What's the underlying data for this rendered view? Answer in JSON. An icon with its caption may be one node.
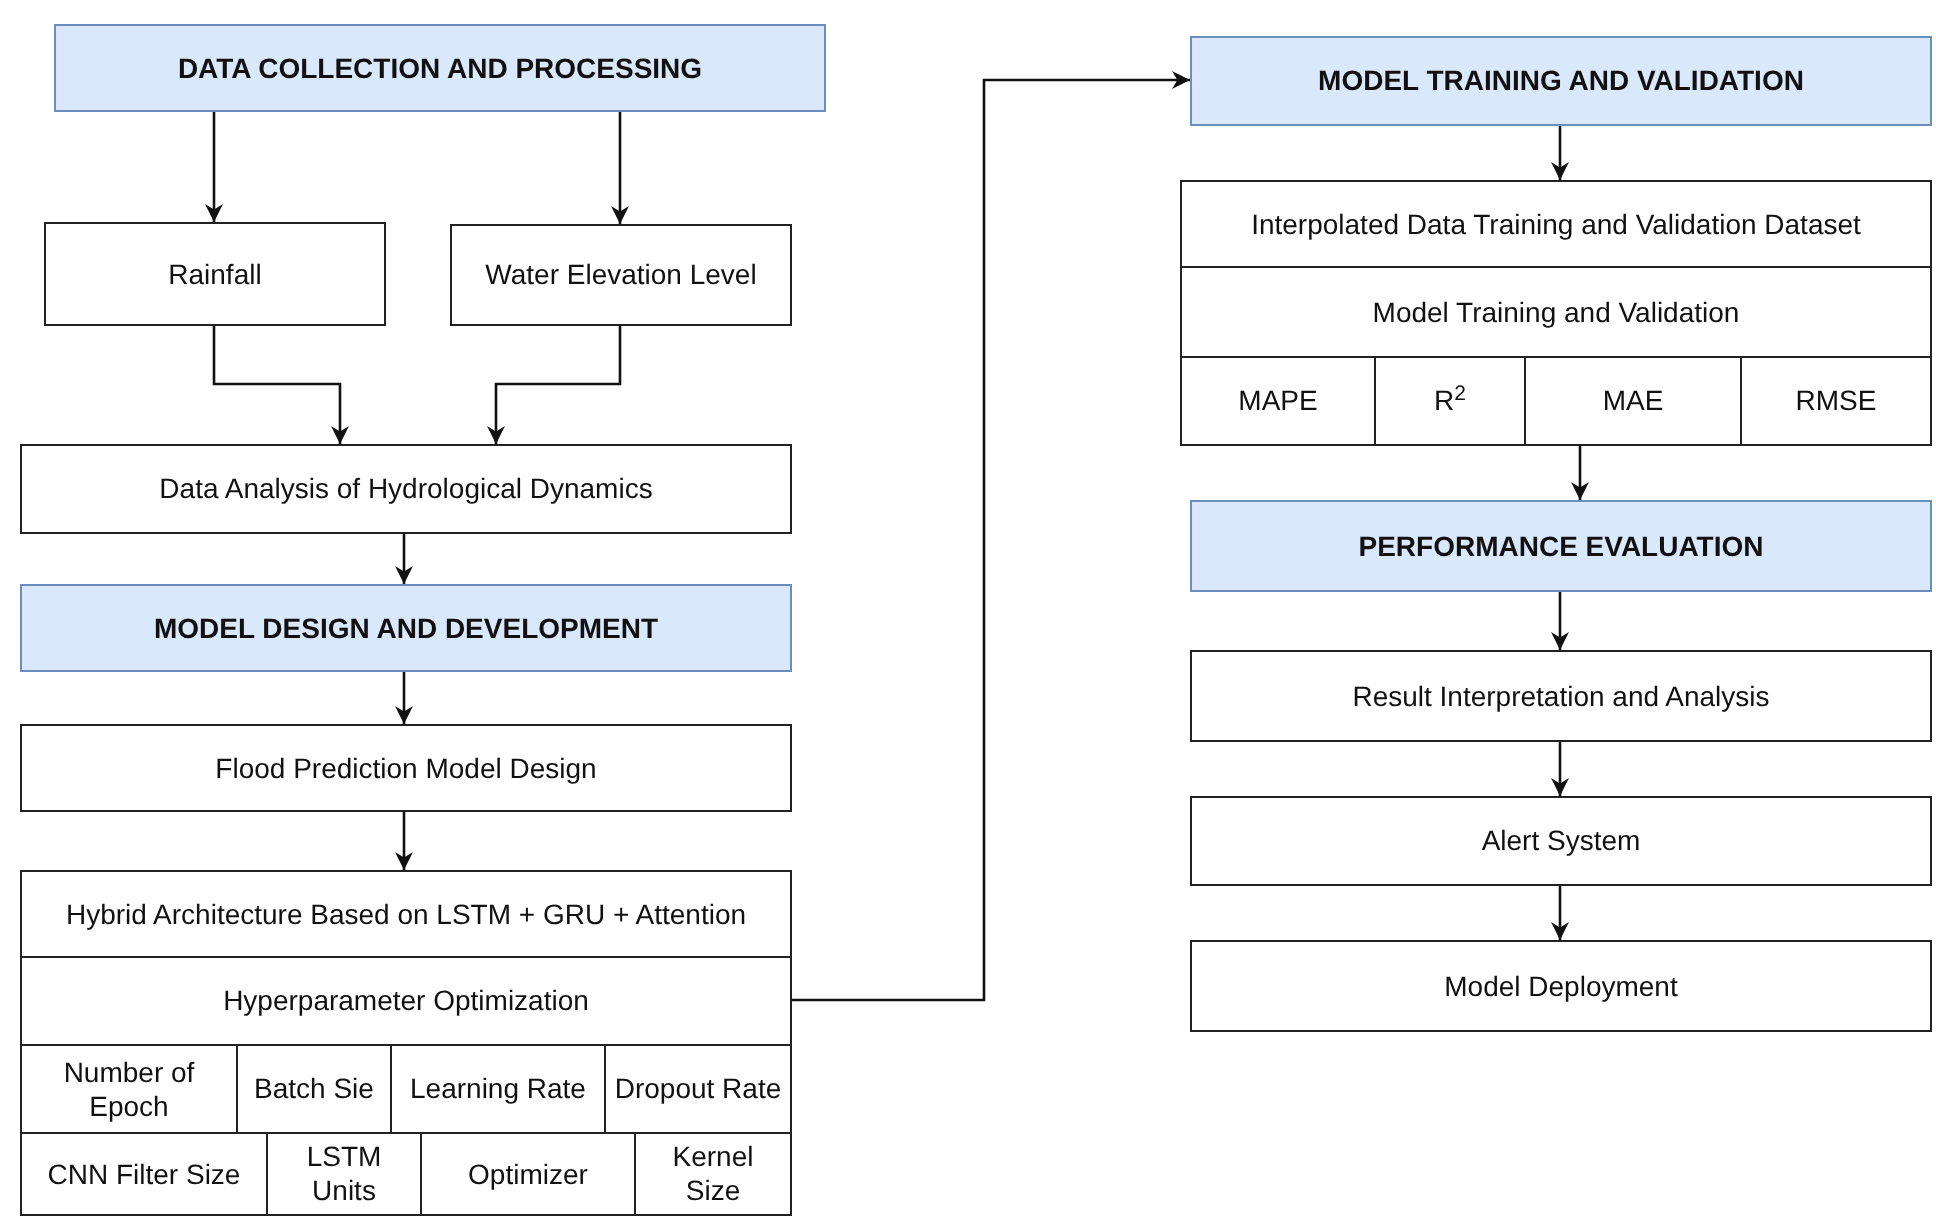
{
  "diagram": {
    "nodes": [
      {
        "text": [
          "DATA COLLECTION AND PROCESSING"
        ]
      },
      {
        "text": [
          "Rainfall"
        ]
      },
      {
        "text": [
          "Water Elevation Level"
        ]
      },
      {
        "text": [
          "Data Analysis of Hydrological Dynamics"
        ]
      },
      {
        "text": [
          "MODEL DESIGN AND DEVELOPMENT"
        ]
      },
      {
        "text": [
          "Flood Prediction Model Design"
        ]
      },
      {
        "text": [
          "Hybrid Architecture Based on LSTM + GRU + Attention"
        ]
      },
      {
        "text": [
          "Hyperparameter Optimization"
        ]
      },
      {
        "text": [
          "Number of Epoch"
        ]
      },
      {
        "text": [
          "Batch Sie"
        ]
      },
      {
        "text": [
          "Learning Rate"
        ]
      },
      {
        "text": [
          "Dropout Rate"
        ]
      },
      {
        "text": [
          "CNN Filter Size"
        ]
      },
      {
        "text": [
          "LSTM Units"
        ]
      },
      {
        "text": [
          "Optimizer"
        ]
      },
      {
        "text": [
          "Kernel Size"
        ]
      },
      {
        "text": [
          "MODEL TRAINING AND VALIDATION"
        ]
      },
      {
        "text": [
          "Interpolated Data Training and Validation Dataset"
        ]
      },
      {
        "text": [
          "Model Training and Validation"
        ]
      },
      {
        "text": [
          "MAPE"
        ]
      },
      {
        "text": [
          "R$^{2}$"
        ]
      },
      {
        "text": [
          "MAE"
        ]
      },
      {
        "text": [
          "RMSE"
        ]
      },
      {
        "text": [
          "PERFORMANCE EVALUATION"
        ]
      },
      {
        "text": [
          "Result Interpretation and Analysis"
        ]
      },
      {
        "text": [
          "Alert System"
        ]
      },
      {
        "text": [
          "Model Deployment"
        ]
      }
    ],
    "edges": [
      {
        "from": 0,
        "to": 1,
        "arrow": "to"
      },
      {
        "from": 0,
        "to": 2,
        "arrow": "to"
      },
      {
        "from": 1,
        "to": 3,
        "arrow": "to"
      },
      {
        "from": 2,
        "to": 3,
        "arrow": "to"
      },
      {
        "from": 3,
        "to": 4,
        "arrow": "to"
      },
      {
        "from": 4,
        "to": 5,
        "arrow": "to"
      },
      {
        "from": 5,
        "to": 6,
        "arrow": "to"
      },
      {
        "from": 7,
        "to": 16,
        "arrow": "to"
      },
      {
        "from": 16,
        "to": 17,
        "arrow": "to"
      },
      {
        "from": 21,
        "to": 23,
        "arrow": "to"
      },
      {
        "from": 23,
        "to": 24,
        "arrow": "to"
      },
      {
        "from": 24,
        "to": 25,
        "arrow": "to"
      },
      {
        "from": 25,
        "to": 26,
        "arrow": "to"
      }
    ]
  }
}
